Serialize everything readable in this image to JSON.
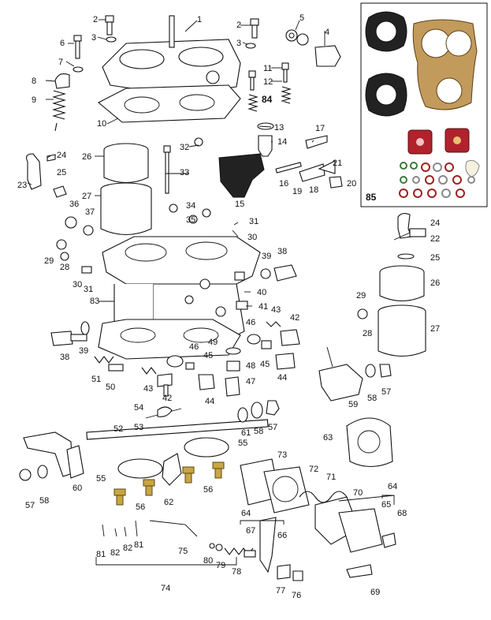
{
  "diagram": {
    "kit_label": "85",
    "callouts": [
      {
        "id": "c1",
        "text": "1"
      },
      {
        "id": "c2a",
        "text": "2"
      },
      {
        "id": "c2b",
        "text": "2"
      },
      {
        "id": "c3a",
        "text": "3"
      },
      {
        "id": "c3b",
        "text": "3"
      },
      {
        "id": "c4",
        "text": "4"
      },
      {
        "id": "c5",
        "text": "5"
      },
      {
        "id": "c6",
        "text": "6"
      },
      {
        "id": "c7",
        "text": "7"
      },
      {
        "id": "c8",
        "text": "8"
      },
      {
        "id": "c9",
        "text": "9"
      },
      {
        "id": "c10",
        "text": "10"
      },
      {
        "id": "c11",
        "text": "11"
      },
      {
        "id": "c12",
        "text": "12"
      },
      {
        "id": "c13",
        "text": "13"
      },
      {
        "id": "c14",
        "text": "14"
      },
      {
        "id": "c15",
        "text": "15"
      },
      {
        "id": "c16",
        "text": "16"
      },
      {
        "id": "c17",
        "text": "17"
      },
      {
        "id": "c18",
        "text": "18"
      },
      {
        "id": "c19",
        "text": "19"
      },
      {
        "id": "c20",
        "text": "20"
      },
      {
        "id": "c21",
        "text": "21"
      },
      {
        "id": "c22",
        "text": "22"
      },
      {
        "id": "c23",
        "text": "23"
      },
      {
        "id": "c24a",
        "text": "24"
      },
      {
        "id": "c24b",
        "text": "24"
      },
      {
        "id": "c25a",
        "text": "25"
      },
      {
        "id": "c25b",
        "text": "25"
      },
      {
        "id": "c26a",
        "text": "26"
      },
      {
        "id": "c26b",
        "text": "26"
      },
      {
        "id": "c27a",
        "text": "27"
      },
      {
        "id": "c27b",
        "text": "27"
      },
      {
        "id": "c28a",
        "text": "28"
      },
      {
        "id": "c28b",
        "text": "28"
      },
      {
        "id": "c29a",
        "text": "29"
      },
      {
        "id": "c29b",
        "text": "29"
      },
      {
        "id": "c30a",
        "text": "30"
      },
      {
        "id": "c30b",
        "text": "30"
      },
      {
        "id": "c31a",
        "text": "31"
      },
      {
        "id": "c31b",
        "text": "31"
      },
      {
        "id": "c32",
        "text": "32"
      },
      {
        "id": "c33",
        "text": "33"
      },
      {
        "id": "c34",
        "text": "34"
      },
      {
        "id": "c35",
        "text": "35"
      },
      {
        "id": "c36",
        "text": "36"
      },
      {
        "id": "c37",
        "text": "37"
      },
      {
        "id": "c38a",
        "text": "38"
      },
      {
        "id": "c38b",
        "text": "38"
      },
      {
        "id": "c39a",
        "text": "39"
      },
      {
        "id": "c39b",
        "text": "39"
      },
      {
        "id": "c40",
        "text": "40"
      },
      {
        "id": "c41",
        "text": "41"
      },
      {
        "id": "c42a",
        "text": "42"
      },
      {
        "id": "c42b",
        "text": "42"
      },
      {
        "id": "c43a",
        "text": "43"
      },
      {
        "id": "c43b",
        "text": "43"
      },
      {
        "id": "c44a",
        "text": "44"
      },
      {
        "id": "c44b",
        "text": "44"
      },
      {
        "id": "c45a",
        "text": "45"
      },
      {
        "id": "c45b",
        "text": "45"
      },
      {
        "id": "c46a",
        "text": "46"
      },
      {
        "id": "c46b",
        "text": "46"
      },
      {
        "id": "c47",
        "text": "47"
      },
      {
        "id": "c48",
        "text": "48"
      },
      {
        "id": "c49",
        "text": "49"
      },
      {
        "id": "c50",
        "text": "50"
      },
      {
        "id": "c51",
        "text": "51"
      },
      {
        "id": "c52",
        "text": "52"
      },
      {
        "id": "c53",
        "text": "53"
      },
      {
        "id": "c54",
        "text": "54"
      },
      {
        "id": "c55a",
        "text": "55"
      },
      {
        "id": "c55b",
        "text": "55"
      },
      {
        "id": "c56a",
        "text": "56"
      },
      {
        "id": "c56b",
        "text": "56"
      },
      {
        "id": "c57a",
        "text": "57"
      },
      {
        "id": "c57b",
        "text": "57"
      },
      {
        "id": "c57c",
        "text": "57"
      },
      {
        "id": "c58a",
        "text": "58"
      },
      {
        "id": "c58b",
        "text": "58"
      },
      {
        "id": "c58c",
        "text": "58"
      },
      {
        "id": "c59",
        "text": "59"
      },
      {
        "id": "c60",
        "text": "60"
      },
      {
        "id": "c61",
        "text": "61"
      },
      {
        "id": "c62",
        "text": "62"
      },
      {
        "id": "c63",
        "text": "63"
      },
      {
        "id": "c64a",
        "text": "64"
      },
      {
        "id": "c64b",
        "text": "64"
      },
      {
        "id": "c65",
        "text": "65"
      },
      {
        "id": "c66",
        "text": "66"
      },
      {
        "id": "c67",
        "text": "67"
      },
      {
        "id": "c68",
        "text": "68"
      },
      {
        "id": "c69",
        "text": "69"
      },
      {
        "id": "c70",
        "text": "70"
      },
      {
        "id": "c71",
        "text": "71"
      },
      {
        "id": "c72",
        "text": "72"
      },
      {
        "id": "c73",
        "text": "73"
      },
      {
        "id": "c74",
        "text": "74"
      },
      {
        "id": "c75",
        "text": "75"
      },
      {
        "id": "c76",
        "text": "76"
      },
      {
        "id": "c77",
        "text": "77"
      },
      {
        "id": "c78",
        "text": "78"
      },
      {
        "id": "c79",
        "text": "79"
      },
      {
        "id": "c80",
        "text": "80"
      },
      {
        "id": "c81a",
        "text": "81"
      },
      {
        "id": "c81b",
        "text": "81"
      },
      {
        "id": "c82a",
        "text": "82"
      },
      {
        "id": "c82b",
        "text": "82"
      },
      {
        "id": "c83",
        "text": "83"
      },
      {
        "id": "c84",
        "text": "84"
      }
    ]
  }
}
